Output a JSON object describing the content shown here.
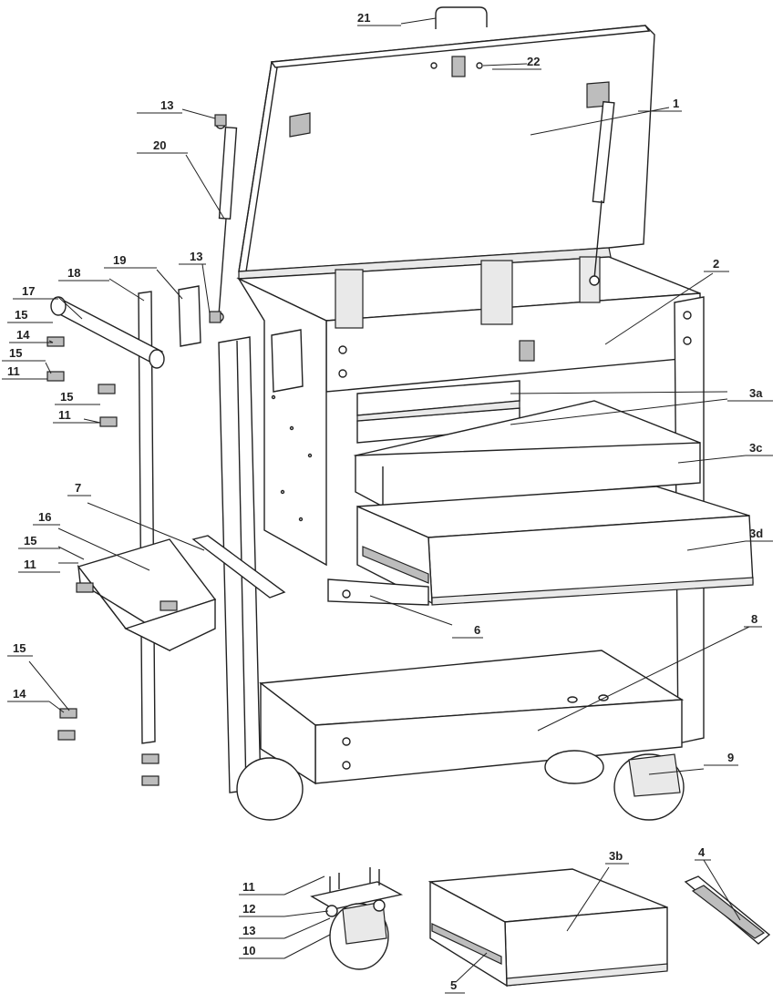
{
  "callouts": [
    {
      "id": "c21",
      "label": "21"
    },
    {
      "id": "c22",
      "label": "22"
    },
    {
      "id": "c1",
      "label": "1"
    },
    {
      "id": "c13a",
      "label": "13"
    },
    {
      "id": "c20",
      "label": "20"
    },
    {
      "id": "c13b",
      "label": "13"
    },
    {
      "id": "c19",
      "label": "19"
    },
    {
      "id": "c18",
      "label": "18"
    },
    {
      "id": "c17",
      "label": "17"
    },
    {
      "id": "c15a",
      "label": "15"
    },
    {
      "id": "c14a",
      "label": "14"
    },
    {
      "id": "c15b",
      "label": "15"
    },
    {
      "id": "c11a",
      "label": "11"
    },
    {
      "id": "c15c",
      "label": "15"
    },
    {
      "id": "c11b",
      "label": "11"
    },
    {
      "id": "c2",
      "label": "2"
    },
    {
      "id": "c3a",
      "label": "3a"
    },
    {
      "id": "c3c",
      "label": "3c"
    },
    {
      "id": "c3d",
      "label": "3d"
    },
    {
      "id": "c7",
      "label": "7"
    },
    {
      "id": "c16",
      "label": "16"
    },
    {
      "id": "c15d",
      "label": "15"
    },
    {
      "id": "c11c",
      "label": "11"
    },
    {
      "id": "c6",
      "label": "6"
    },
    {
      "id": "c8",
      "label": "8"
    },
    {
      "id": "c15e",
      "label": "15"
    },
    {
      "id": "c14b",
      "label": "14"
    },
    {
      "id": "c9",
      "label": "9"
    },
    {
      "id": "c11d",
      "label": "11"
    },
    {
      "id": "c12",
      "label": "12"
    },
    {
      "id": "c13c",
      "label": "13"
    },
    {
      "id": "c10",
      "label": "10"
    },
    {
      "id": "c3b",
      "label": "3b"
    },
    {
      "id": "c4",
      "label": "4"
    },
    {
      "id": "c5",
      "label": "5"
    }
  ]
}
